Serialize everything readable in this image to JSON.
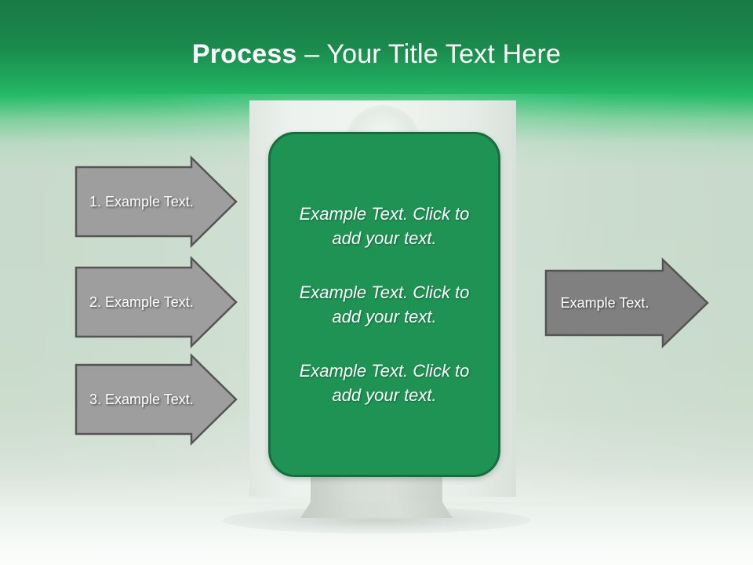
{
  "slide": {
    "title": {
      "bold_part": "Process",
      "rest": " – Your Title Text Here"
    },
    "theme": {
      "accent_green": "#1e9354",
      "panel_border_green": "#146e3e",
      "header_green_top": "#187a45",
      "header_green_bright": "#25bb68",
      "background_sage": "#c9dbcc",
      "arrow_gray_left": "#9e9e9e",
      "arrow_gray_right": "#808080",
      "arrow_border_gray": "#555555",
      "text_white": "#ffffff"
    }
  },
  "left_arrows": [
    {
      "label": "1. Example Text."
    },
    {
      "label": "2. Example Text."
    },
    {
      "label": "3. Example Text."
    }
  ],
  "center_panel": {
    "blocks": [
      {
        "text": "Example Text. Click  to add your text."
      },
      {
        "text": "Example Text. Click  to add your text."
      },
      {
        "text": "Example Text. Click  to add your text."
      }
    ]
  },
  "right_arrow": {
    "label": "Example Text."
  }
}
